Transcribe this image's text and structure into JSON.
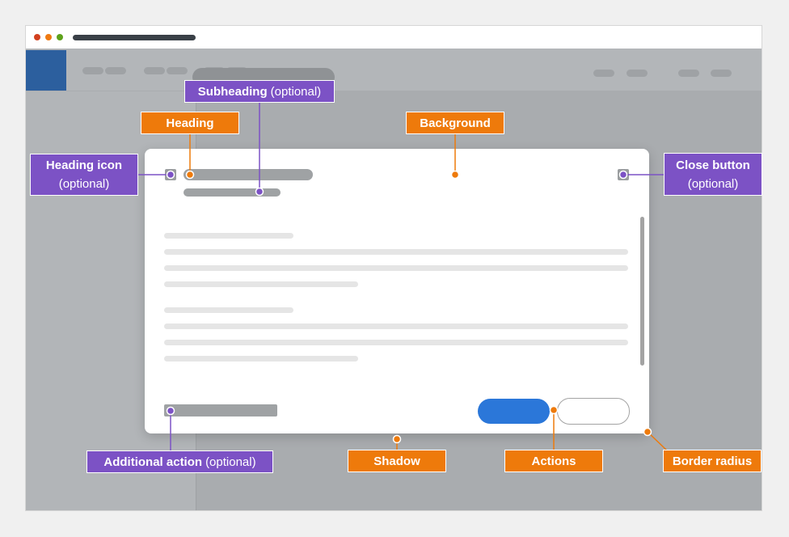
{
  "colors": {
    "callout_orange": "#ee7a0b",
    "callout_purple": "#7c52c5",
    "primary_action": "#2b77d9",
    "window_close": "#d2401f",
    "window_minimize": "#ef7a12",
    "window_zoom": "#5ea21b"
  },
  "callouts": {
    "heading": {
      "text": "Heading"
    },
    "subheading": {
      "text": "Subheading",
      "note": "(optional)"
    },
    "background": {
      "text": "Background"
    },
    "heading_icon": {
      "text": "Heading icon",
      "note": "(optional)"
    },
    "close_button": {
      "text": "Close button",
      "note": "(optional)"
    },
    "additional_action": {
      "text": "Additional action",
      "note": "(optional)"
    },
    "shadow": {
      "text": "Shadow"
    },
    "actions": {
      "text": "Actions"
    },
    "border_radius": {
      "text": "Border radius"
    }
  }
}
